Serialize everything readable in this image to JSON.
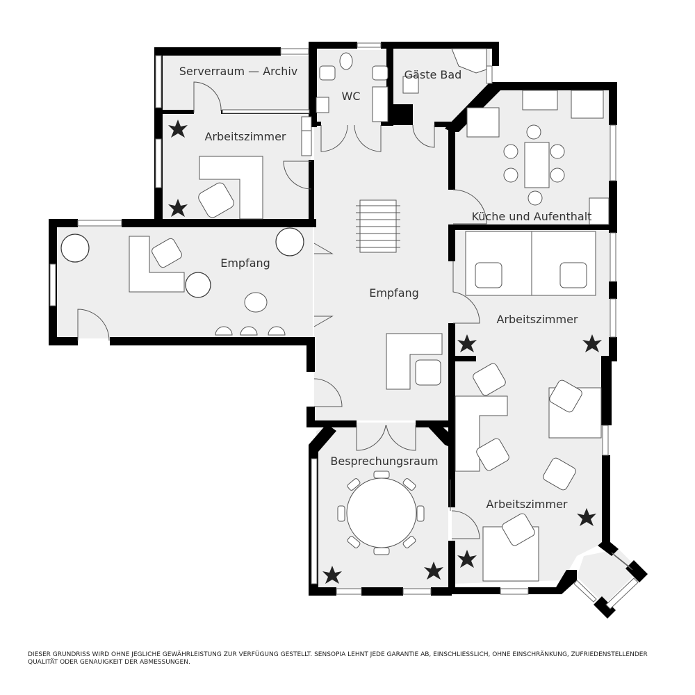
{
  "rooms": {
    "serverraum": "Serverraum — Archiv",
    "wc": "WC",
    "gaeste_bad": "Gäste Bad",
    "arbeitszimmer_1": "Arbeitszimmer",
    "kueche": "Küche und Aufenthalt",
    "empfang_left": "Empfang",
    "empfang_center": "Empfang",
    "arbeitszimmer_2": "Arbeitszimmer",
    "besprechungsraum": "Besprechungsraum",
    "arbeitszimmer_3": "Arbeitszimmer"
  },
  "disclaimer": "DIESER GRUNDRISS WIRD OHNE JEGLICHE GEWÄHRLEISTUNG ZUR VERFÜGUNG GESTELLT. SENSOPIA LEHNT JEDE GARANTIE AB, EINSCHLIESSLICH, OHNE EINSCHRÄNKUNG, ZUFRIEDENSTELLENDER QUALITÄT ODER GENAUIGKEIT DER ABMESSUNGEN.",
  "colors": {
    "wall": "#000000",
    "floor": "#eeeeee",
    "furniture": "#ffffff"
  }
}
